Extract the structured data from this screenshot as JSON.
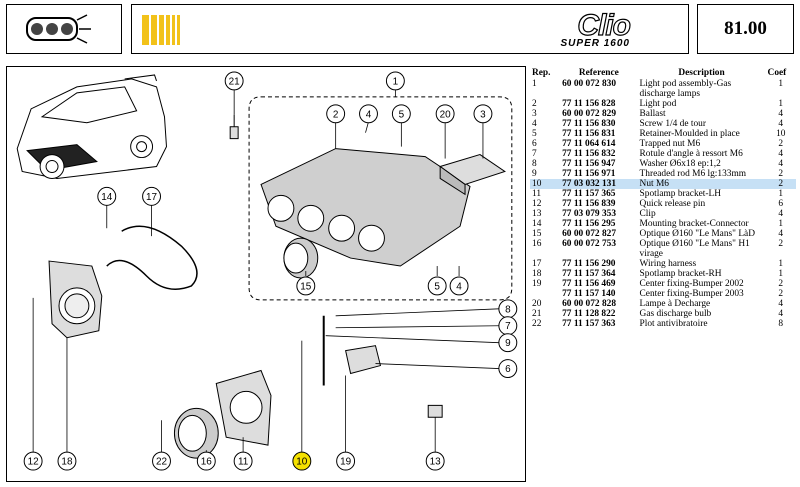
{
  "header": {
    "brand": "Clio",
    "brand_sub": "SUPER 1600",
    "page_number": "81.00",
    "thumbnail_icon": "headlamp-pod-icon",
    "accent_color": "#f2c21a"
  },
  "diagram": {
    "callouts": [
      {
        "num": "1"
      },
      {
        "num": "2"
      },
      {
        "num": "3"
      },
      {
        "num": "4"
      },
      {
        "num": "5"
      },
      {
        "num": "20"
      },
      {
        "num": "21"
      },
      {
        "num": "14"
      },
      {
        "num": "17"
      },
      {
        "num": "15"
      },
      {
        "num": "5"
      },
      {
        "num": "4"
      },
      {
        "num": "8"
      },
      {
        "num": "7"
      },
      {
        "num": "9"
      },
      {
        "num": "6"
      },
      {
        "num": "12"
      },
      {
        "num": "18"
      },
      {
        "num": "22"
      },
      {
        "num": "16"
      },
      {
        "num": "11"
      },
      {
        "num": "10",
        "highlight": true
      },
      {
        "num": "19"
      },
      {
        "num": "13"
      }
    ],
    "highlight_color": "#f5e100"
  },
  "table": {
    "headers": [
      "Rep.",
      "Reference",
      "Description",
      "Coef"
    ],
    "rows": [
      {
        "rep": "1",
        "ref": "60 00 072 830",
        "desc": "Light pod assembly-Gas discharge lamps",
        "coef": "1"
      },
      {
        "rep": "2",
        "ref": "77 11 156 828",
        "desc": "Light pod",
        "coef": "1"
      },
      {
        "rep": "3",
        "ref": "60 00 072 829",
        "desc": "Ballast",
        "coef": "4"
      },
      {
        "rep": "4",
        "ref": "77 11 156 830",
        "desc": "Screw 1/4 de tour",
        "coef": "4"
      },
      {
        "rep": "5",
        "ref": "77 11 156 831",
        "desc": "Retainer-Moulded in place",
        "coef": "10"
      },
      {
        "rep": "6",
        "ref": "77 11 064 614",
        "desc": "Trapped nut M6",
        "coef": "2"
      },
      {
        "rep": "7",
        "ref": "77 11 156 832",
        "desc": "Rotule d'angle à ressort M6",
        "coef": "4"
      },
      {
        "rep": "8",
        "ref": "77 11 156 947",
        "desc": "Washer Ø6x18 ep:1,2",
        "coef": "4"
      },
      {
        "rep": "9",
        "ref": "77 11 156 971",
        "desc": "Threaded rod M6 lg:133mm",
        "coef": "2"
      },
      {
        "rep": "10",
        "ref": "77 03 032 131",
        "desc": "Nut M6",
        "coef": "2",
        "highlight": true
      },
      {
        "rep": "11",
        "ref": "77 11 157 365",
        "desc": "Spotlamp bracket-LH",
        "coef": "1"
      },
      {
        "rep": "12",
        "ref": "77 11 156 839",
        "desc": "Quick release pin",
        "coef": "6"
      },
      {
        "rep": "13",
        "ref": "77 03 079 353",
        "desc": "Clip",
        "coef": "4"
      },
      {
        "rep": "14",
        "ref": "77 11 156 295",
        "desc": "Mounting bracket-Connector",
        "coef": "1"
      },
      {
        "rep": "15",
        "ref": "60 00 072 827",
        "desc": "Optique Ø160 \"Le Mans\" LàD",
        "coef": "4"
      },
      {
        "rep": "16",
        "ref": "60 00 072 753",
        "desc": "Optique Ø160 \"Le Mans\" H1 virage",
        "coef": "2"
      },
      {
        "rep": "17",
        "ref": "77 11 156 290",
        "desc": "Wiring harness",
        "coef": "1"
      },
      {
        "rep": "18",
        "ref": "77 11 157 364",
        "desc": "Spotlamp bracket-RH",
        "coef": "1"
      },
      {
        "rep": "19",
        "ref": "77 11 156 469",
        "desc": "Center fixing-Bumper 2002",
        "coef": "2"
      },
      {
        "rep": "",
        "ref": "77 11 157 140",
        "desc": "Center fixing-Bumper 2003",
        "coef": "2"
      },
      {
        "rep": "20",
        "ref": "60 00 072 828",
        "desc": "Lampe à Decharge",
        "coef": "4"
      },
      {
        "rep": "21",
        "ref": "77 11 128 822",
        "desc": "Gas discharge bulb",
        "coef": "4"
      },
      {
        "rep": "22",
        "ref": "77 11 157 363",
        "desc": "Plot antivibratoire",
        "coef": "8"
      }
    ]
  }
}
